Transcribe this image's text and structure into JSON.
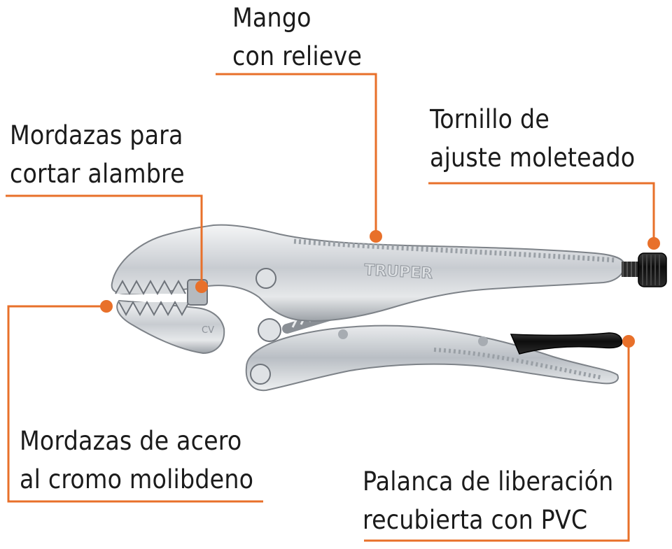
{
  "labels": {
    "handle": {
      "line1": "Mango",
      "line2": "con relieve"
    },
    "adjust_screw": {
      "line1": "Tornillo de",
      "line2": "ajuste moleteado"
    },
    "cutter_jaws": {
      "line1": "Mordazas para",
      "line2": "cortar alambre"
    },
    "steel_jaws": {
      "line1": "Mordazas de acero",
      "line2": "al cromo molibdeno"
    },
    "release_lever": {
      "line1": "Palanca de liberación",
      "line2": "recubierta con PVC"
    }
  },
  "brand_engraving": "TRUPER",
  "jaw_stamp": "CV",
  "colors": {
    "callout": "#e8702a",
    "text": "#1b1b1b",
    "metal": "#c9cdd2",
    "grip": "#111111"
  }
}
